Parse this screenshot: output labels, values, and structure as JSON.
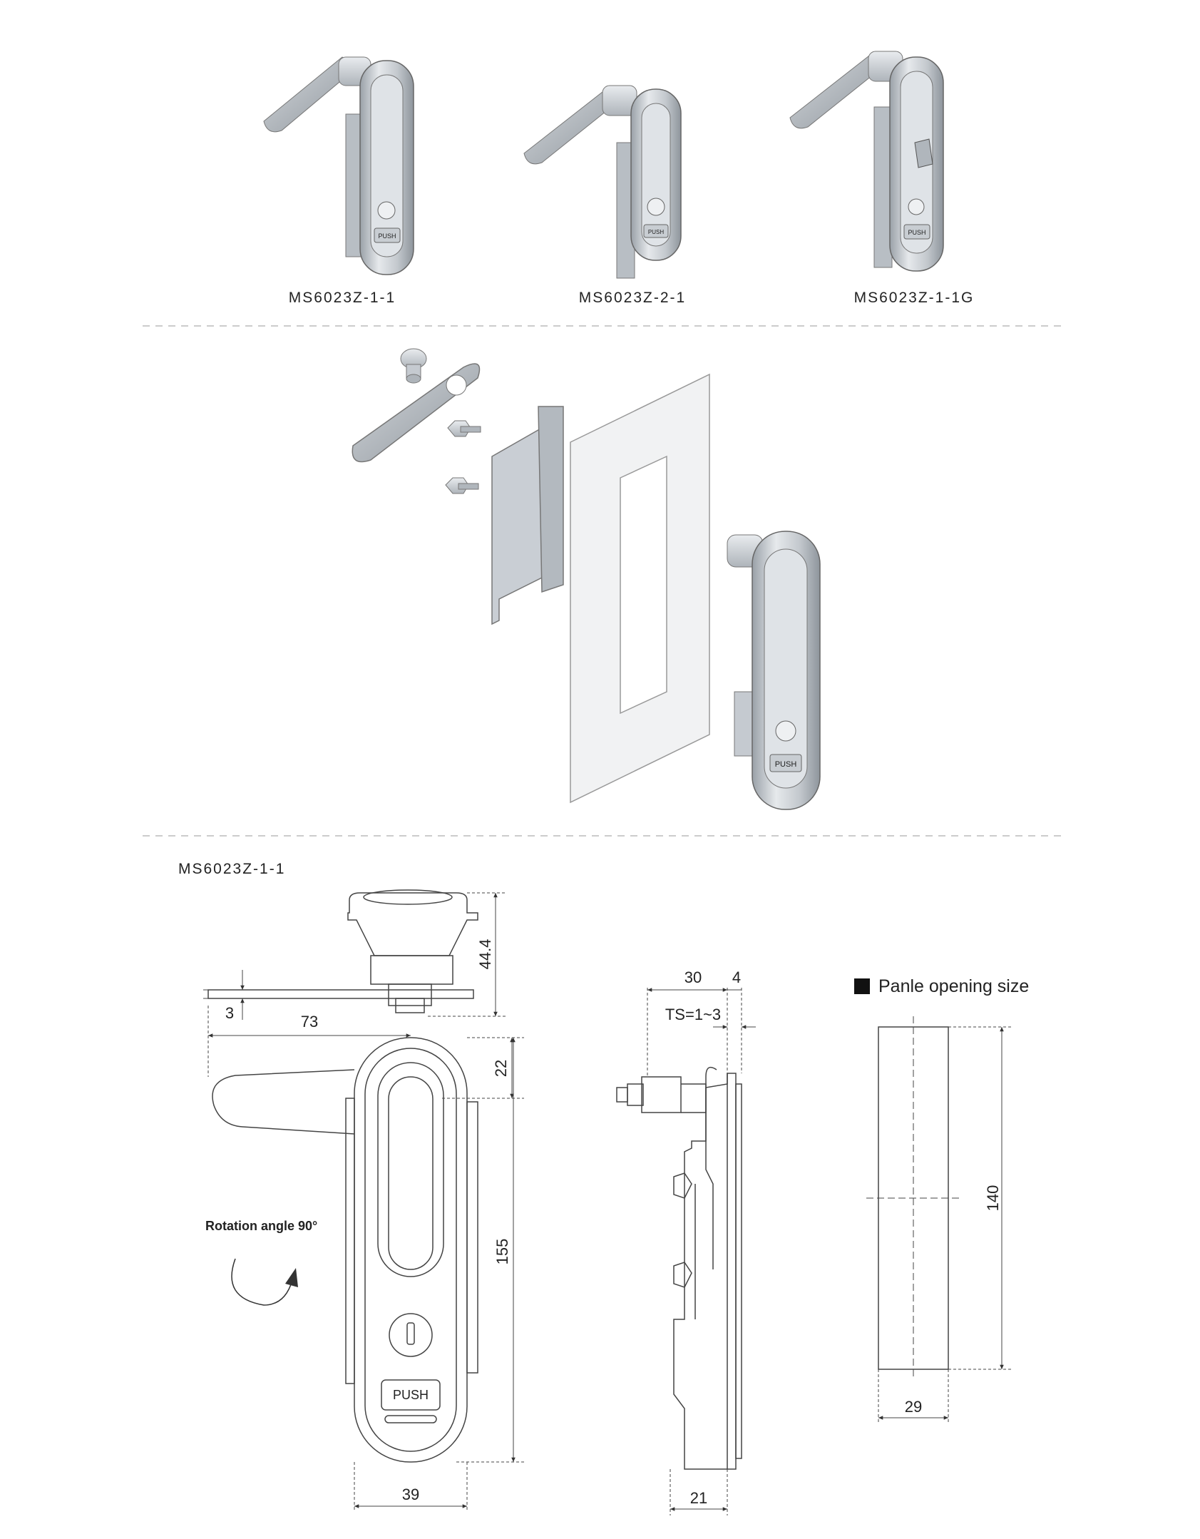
{
  "products": [
    {
      "model": "MS6023Z-1-1"
    },
    {
      "model": "MS6023Z-2-1"
    },
    {
      "model": "MS6023Z-1-1G"
    }
  ],
  "handle_text": "PUSH",
  "drawing": {
    "model": "MS6023Z-1-1",
    "rotation_note": "Rotation angle  90°",
    "panel_heading": "Panle opening size",
    "dims": {
      "d44": "44.4",
      "d3": "3",
      "d73": "73",
      "d22": "22",
      "d155": "155",
      "d39": "39",
      "d30": "30",
      "d4": "4",
      "ts": "TS=1~3",
      "d21": "21",
      "d140": "140",
      "d29": "29"
    }
  },
  "colors": {
    "line": "#444444",
    "metal": "#c9ced4",
    "metal_dark": "#8e959c",
    "panel": "#f1f2f3"
  }
}
